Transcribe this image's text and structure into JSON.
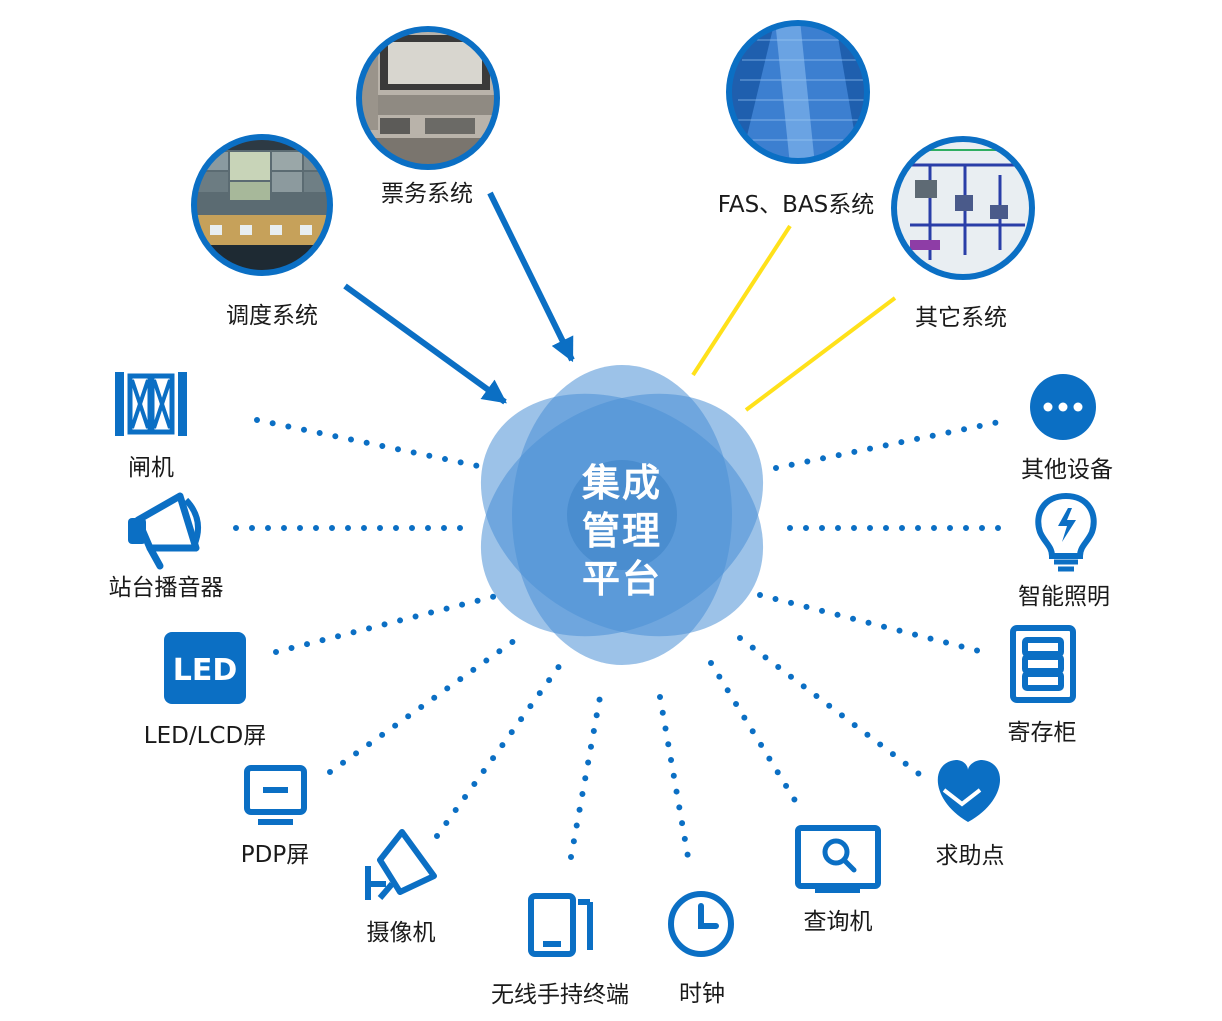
{
  "hub": {
    "line1": "集成",
    "line2": "管理",
    "line3": "平台"
  },
  "systems": {
    "dispatch": "调度系统",
    "ticketing": "票务系统",
    "fas_bas": "FAS、BAS系统",
    "other_systems": "其它系统"
  },
  "devices": {
    "gate": "闸机",
    "speaker": "站台播音器",
    "led_screen": "LED/LCD屏",
    "pdp_screen": "PDP屏",
    "camera": "摄像机",
    "handheld": "无线手持终端",
    "clock": "时钟",
    "kiosk": "查询机",
    "help_point": "求助点",
    "locker": "寄存柜",
    "lighting": "智能照明",
    "other_devices": "其他设备"
  },
  "led_icon_text": "LED",
  "colors": {
    "blue": "#0B6FC4",
    "yellow": "#FFE11A",
    "petal": "#4A90D6"
  }
}
